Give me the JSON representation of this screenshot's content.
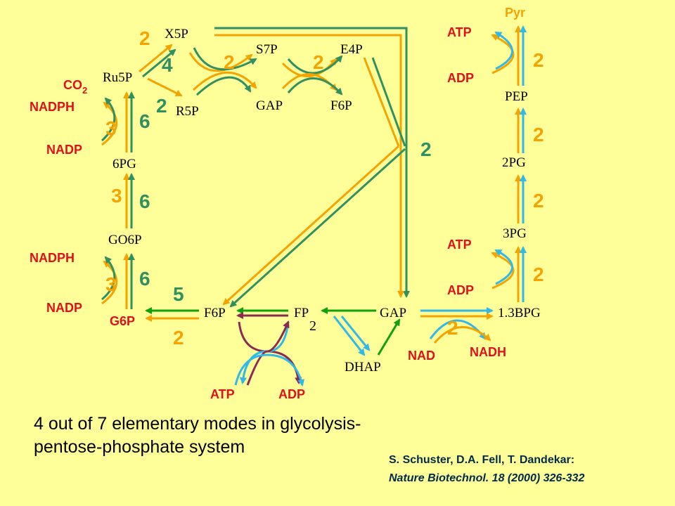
{
  "metabolites": {
    "x5p": "X5P",
    "ru5p": "Ru5P",
    "r5p": "R5P",
    "s7p": "S7P",
    "e4p": "E4P",
    "gap_top": "GAP",
    "f6p_top": "F6P",
    "pg6": "6PG",
    "go6p": "GO6P",
    "g6p": "G6P",
    "f6p": "F6P",
    "fp": "FP",
    "fp_sub": "2",
    "gap": "GAP",
    "dhap": "DHAP",
    "bpg": "1.3BPG",
    "pg3": "3PG",
    "pg2": "2PG",
    "pep": "PEP",
    "pyr": "Pyr"
  },
  "cofactors": {
    "co2": "CO",
    "co2_sub": "2",
    "nadph_1": "NADPH",
    "nadp_1": "NADP",
    "nadph_2": "NADPH",
    "nadp_2": "NADP",
    "atp_pfk": "ATP",
    "adp_pfk": "ADP",
    "nad": "NAD",
    "nadh": "NADH",
    "atp_pgk": "ATP",
    "adp_pgk": "ADP",
    "atp_pk": "ATP",
    "adp_pk": "ADP"
  },
  "multipliers": {
    "x5p_ru5p": "2",
    "x5p_ru5p_g": "4",
    "ru5p_r5p": "2",
    "tk1": "2",
    "ta": "2",
    "ox1_orange": "3",
    "ox1_green": "6",
    "ox2_orange": "3",
    "ox2_green": "6",
    "ox3_orange": "3",
    "ox3_green": "6",
    "pgi_green": "5",
    "pgi_orange": "2",
    "gap_diag": "2",
    "gapdh": "2",
    "pgk": "2",
    "pgm": "2",
    "eno": "2",
    "pk": "2"
  },
  "colors": {
    "background": "#ffff99",
    "orange_mode": "#f5a300",
    "green_mode": "#2f9060",
    "cyan_mode": "#2fb8e8",
    "purple_mode": "#8b2a52",
    "bright_green_mode": "#10a010",
    "cofactor_red": "#e0101c"
  },
  "caption": {
    "line1": "4 out of 7 elementary modes in glycolysis-",
    "line2": "pentose-phosphate system"
  },
  "citation": {
    "authors": "S. Schuster, D.A. Fell, T. Dandekar:",
    "journal": "Nature Biotechnol. 18 (2000) 326-332"
  }
}
